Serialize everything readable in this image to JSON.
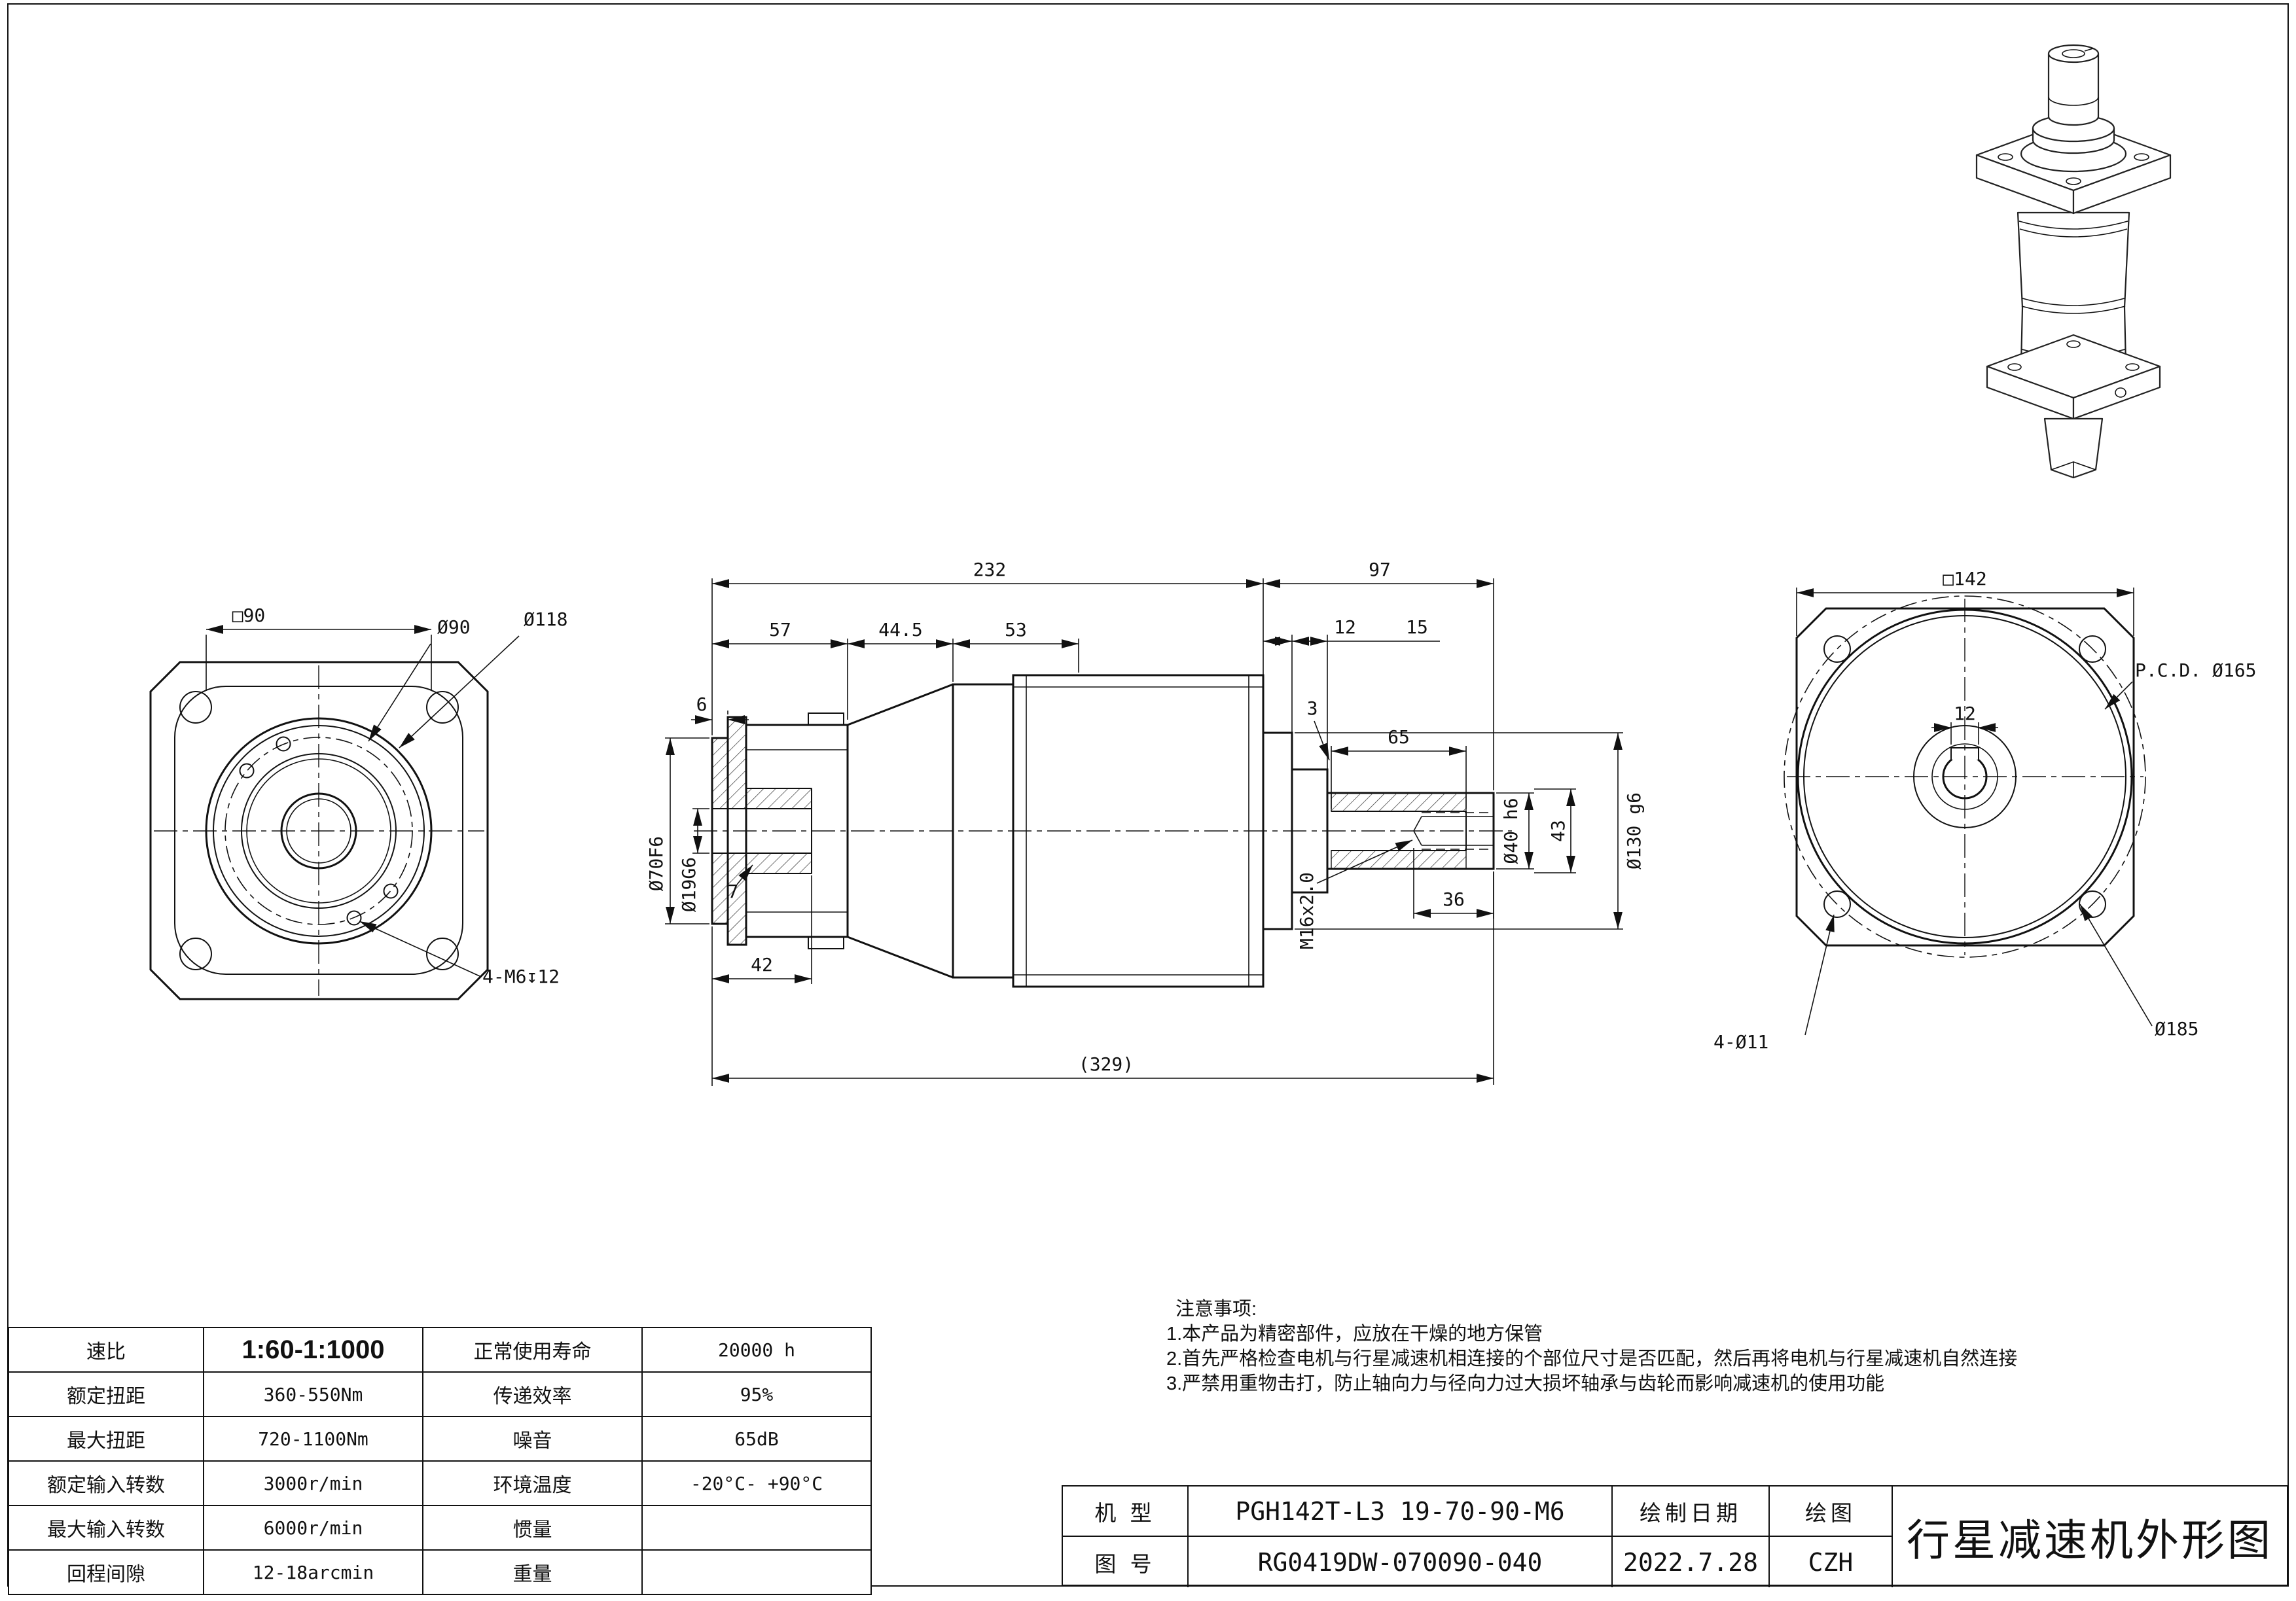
{
  "sheet": {
    "title": "行星减速机外形图"
  },
  "spec": {
    "rows": [
      {
        "c0": "速比",
        "c1": "1:60-1:1000",
        "c2": "正常使用寿命",
        "c3": "20000 h"
      },
      {
        "c0": "额定扭距",
        "c1": "360-550Nm",
        "c2": "传递效率",
        "c3": "95%"
      },
      {
        "c0": "最大扭距",
        "c1": "720-1100Nm",
        "c2": "噪音",
        "c3": "65dB"
      },
      {
        "c0": "额定输入转数",
        "c1": "3000r/min",
        "c2": "环境温度",
        "c3": "-20°C- +90°C"
      },
      {
        "c0": "最大输入转数",
        "c1": "6000r/min",
        "c2": "惯量",
        "c3": ""
      },
      {
        "c0": "回程间隙",
        "c1": "12-18arcmin",
        "c2": "重量",
        "c3": ""
      }
    ]
  },
  "notes": {
    "heading": "注意事项:",
    "items": [
      "1.本产品为精密部件，应放在干燥的地方保管",
      "2.首先严格检查电机与行星减速机相连接的个部位尺寸是否匹配，然后再将电机与行星减速机自然连接",
      "3.严禁用重物击打，防止轴向力与径向力过大损坏轴承与齿轮而影响减速机的使用功能"
    ]
  },
  "title_block": {
    "model_label": "机 型",
    "model_value": "PGH142T-L3 19-70-90-M6",
    "date_label": "绘制日期",
    "date_value": "2022.7.28",
    "drafter_label": "绘图",
    "drafter_value": "CZH",
    "drawing_no_label": "图 号",
    "drawing_no_value": "RG0419DW-070090-040",
    "drawing_title": "行星减速机外形图"
  },
  "dims": {
    "front_square": "□90",
    "front_d90": "Ø90",
    "front_d118": "Ø118",
    "front_m6": "4-M6↧12",
    "side_6": "6",
    "side_57": "57",
    "side_445": "44.5",
    "side_53": "53",
    "side_232": "232",
    "side_97": "97",
    "side_12": "12",
    "side_15": "15",
    "side_3": "3",
    "side_65": "65",
    "side_36": "36",
    "side_42": "42",
    "side_7": "7",
    "side_329": "(329)",
    "side_d70": "Ø70F6",
    "side_d19": "Ø19G6",
    "side_m16": "M16x2.0",
    "side_d40": "Ø40 h6",
    "side_43": "43",
    "side_d130": "Ø130 g6",
    "rear_square": "□142",
    "rear_pcd": "P.C.D. Ø165",
    "rear_12": "12",
    "rear_4d11": "4-Ø11",
    "rear_d185": "Ø185"
  }
}
